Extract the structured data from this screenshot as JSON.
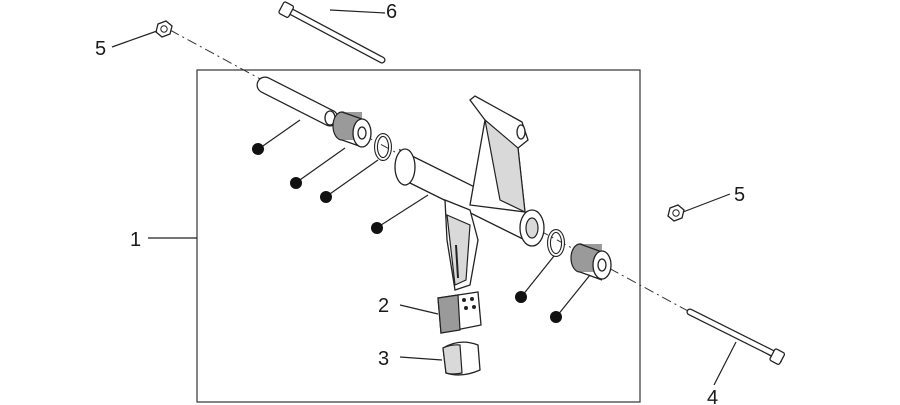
{
  "diagram": {
    "callouts": [
      {
        "id": "c1",
        "label": "1"
      },
      {
        "id": "c2",
        "label": "2"
      },
      {
        "id": "c3",
        "label": "3"
      },
      {
        "id": "c4",
        "label": "4"
      },
      {
        "id": "c5a",
        "label": "5"
      },
      {
        "id": "c5b",
        "label": "5"
      },
      {
        "id": "c6",
        "label": "6"
      }
    ],
    "colors": {
      "stroke": "#222222",
      "shade": "#d9d9d9",
      "bullet": "#111111"
    }
  }
}
